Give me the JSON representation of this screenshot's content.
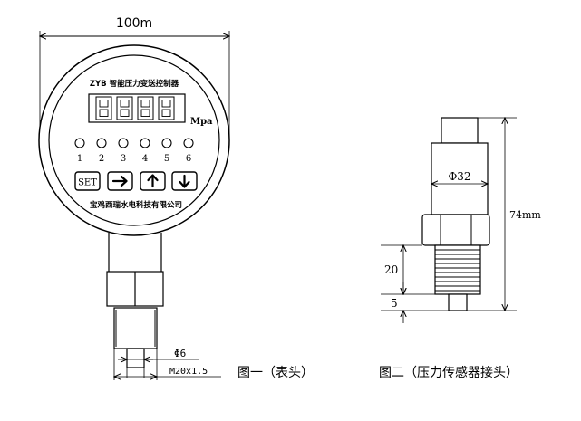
{
  "figure1": {
    "width_dim": "100m",
    "panel_title": "ZYB 智能压力变送控制器",
    "display_unit": "Mpa",
    "leds": [
      "1",
      "2",
      "3",
      "4",
      "5",
      "6"
    ],
    "buttons": [
      {
        "label": "SET",
        "icon": "set-text"
      },
      {
        "label": "",
        "icon": "arrow-right-icon"
      },
      {
        "label": "",
        "icon": "arrow-up-icon"
      },
      {
        "label": "",
        "icon": "arrow-down-icon"
      }
    ],
    "manufacturer": "宝鸡西瑞水电科技有限公司",
    "bore_dim": "Φ6",
    "thread_dim": "M20x1.5",
    "caption": "图一（表头）"
  },
  "figure2": {
    "diameter_dim": "Φ32",
    "height_dim": "74mm",
    "thread_len_dim": "20",
    "tip_len_dim": "5",
    "caption": "图二（压力传感器接头）"
  }
}
